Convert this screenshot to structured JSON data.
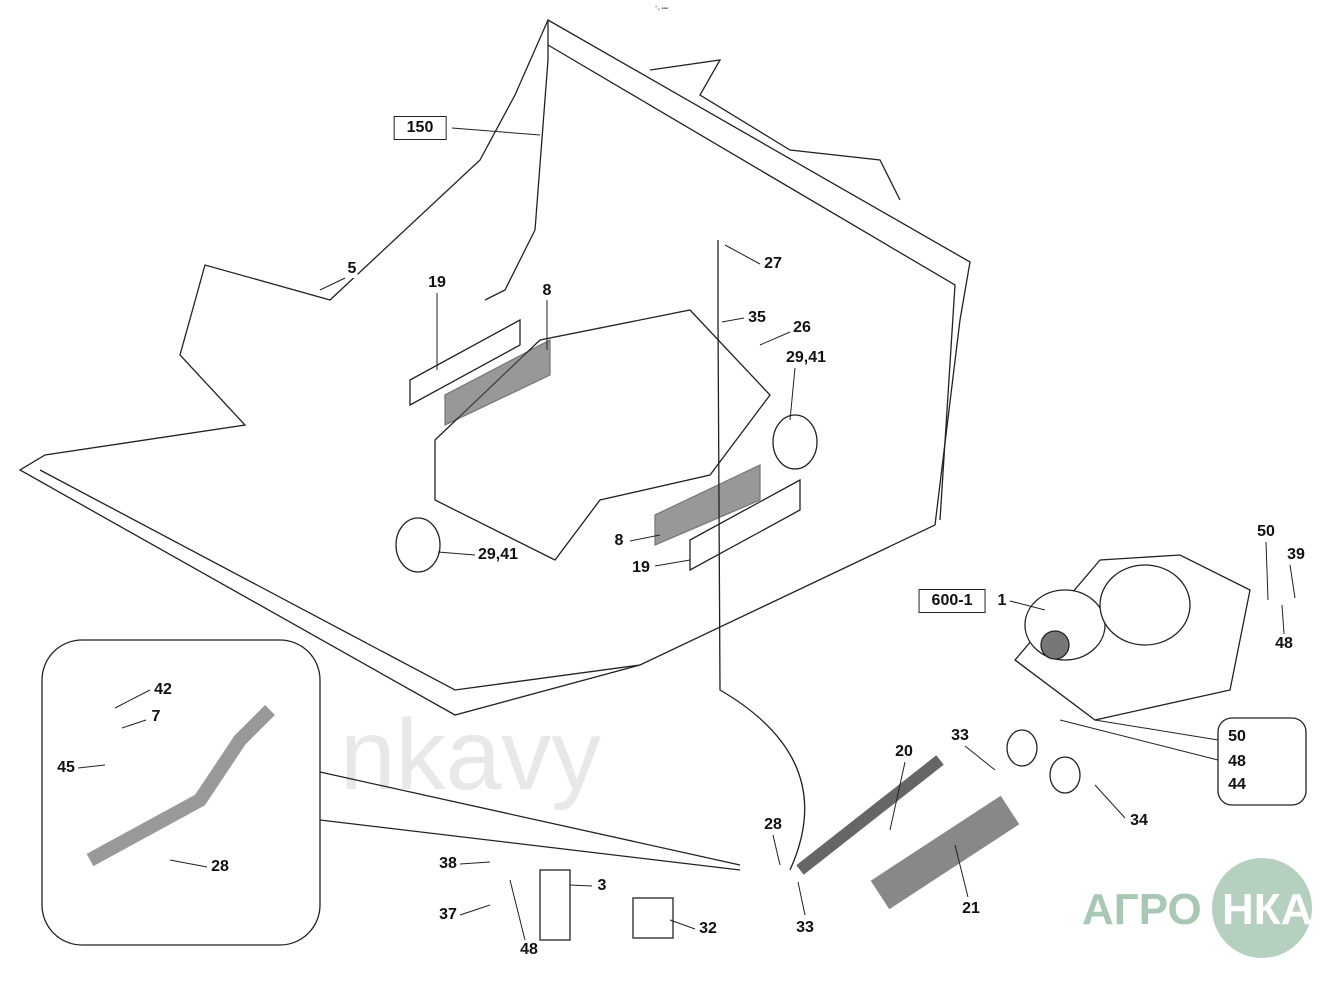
{
  "header_code": "°₀ ▪▪▪",
  "watermark": "nkavy",
  "logo": {
    "left": "АГРО",
    "right": "НКА",
    "color": "#a8c8b4"
  },
  "labels": [
    "150",
    "5",
    "19",
    "8",
    "27",
    "35",
    "26",
    "29,41",
    "29,41",
    "8",
    "19",
    "600-1",
    "1",
    "50",
    "39",
    "48",
    "50",
    "48",
    "44",
    "34",
    "33",
    "20",
    "33",
    "21",
    "28",
    "3",
    "32",
    "38",
    "37",
    "48",
    "42",
    "7",
    "45",
    "28"
  ]
}
